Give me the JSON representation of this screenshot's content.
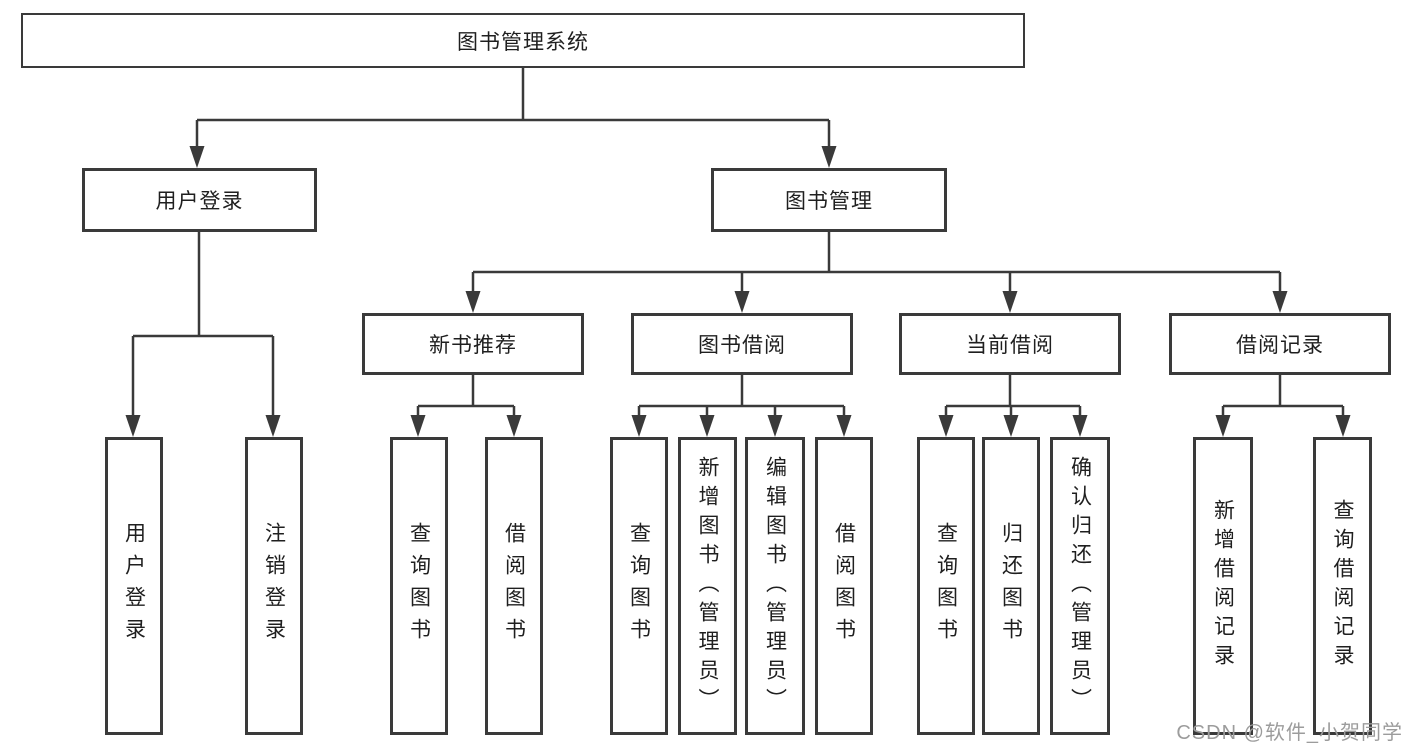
{
  "diagram": {
    "title": "图书管理系统",
    "root": {
      "label": "图书管理系统"
    },
    "level2": [
      {
        "id": "user-login",
        "label": "用户登录"
      },
      {
        "id": "book-management",
        "label": "图书管理"
      }
    ],
    "level3": [
      {
        "id": "new-book-recommend",
        "label": "新书推荐",
        "parent": "图书管理"
      },
      {
        "id": "book-borrowing",
        "label": "图书借阅",
        "parent": "图书管理"
      },
      {
        "id": "current-borrowing",
        "label": "当前借阅",
        "parent": "图书管理"
      },
      {
        "id": "borrowing-records",
        "label": "借阅记录",
        "parent": "图书管理"
      }
    ],
    "leaves": [
      {
        "label": "用户登录",
        "parent": "用户登录"
      },
      {
        "label": "注销登录",
        "parent": "用户登录"
      },
      {
        "label": "查询图书",
        "parent": "新书推荐"
      },
      {
        "label": "借阅图书",
        "parent": "新书推荐"
      },
      {
        "label": "查询图书",
        "parent": "图书借阅"
      },
      {
        "label": "新增图书（管理员）",
        "parent": "图书借阅"
      },
      {
        "label": "编辑图书（管理员）",
        "parent": "图书借阅"
      },
      {
        "label": "借阅图书",
        "parent": "图书借阅"
      },
      {
        "label": "查询图书",
        "parent": "当前借阅"
      },
      {
        "label": "归还图书",
        "parent": "当前借阅"
      },
      {
        "label": "确认归还（管理员）",
        "parent": "当前借阅"
      },
      {
        "label": "新增借阅记录",
        "parent": "借阅记录"
      },
      {
        "label": "查询借阅记录",
        "parent": "借阅记录"
      }
    ]
  },
  "watermark": {
    "text": "CSDN @软件_小贺同学"
  },
  "colors": {
    "line": "#3a3a3a",
    "text": "#1f1f1f",
    "watermark": "#9c9c9c",
    "background": "#ffffff"
  }
}
